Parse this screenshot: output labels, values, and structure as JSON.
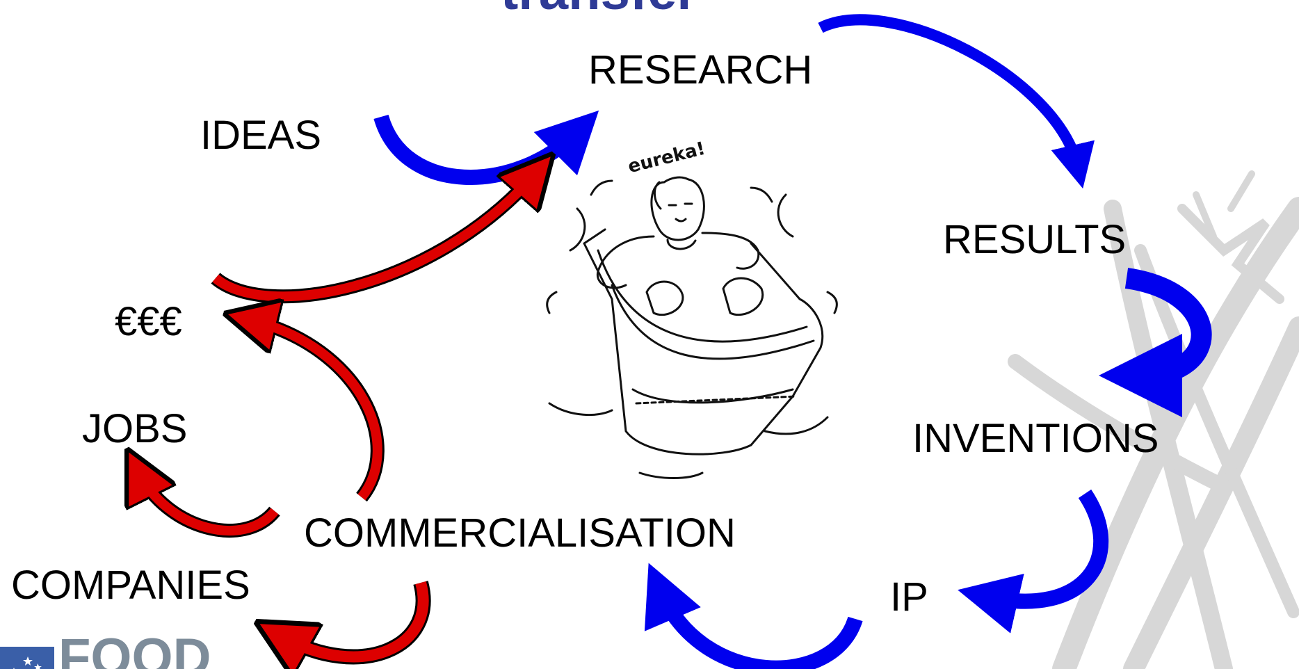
{
  "title": "transfer",
  "nodes": {
    "research": "RESEARCH",
    "ideas": "IDEAS",
    "results": "RESULTS",
    "inventions": "INVENTIONS",
    "ip": "IP",
    "commercialisation": "COMMERCIALISATION",
    "companies": "COMPANIES",
    "jobs": "JOBS",
    "euro": "€€€"
  },
  "illustration": {
    "caption": "eureka!",
    "subject": "bathtub-figure"
  },
  "logo": {
    "text": "FOOD"
  },
  "colors": {
    "title": "#2f3b96",
    "blue_arrow": "#0000ee",
    "red_arrow": "#dd0000",
    "text": "#000000",
    "watermark": "#d5d5d5",
    "logo": "#7d8c9a"
  },
  "edges": [
    {
      "from": "ideas",
      "to": "research",
      "color": "blue"
    },
    {
      "from": "research",
      "to": "results",
      "color": "blue"
    },
    {
      "from": "results",
      "to": "inventions",
      "color": "blue"
    },
    {
      "from": "inventions",
      "to": "ip",
      "color": "blue"
    },
    {
      "from": "ip",
      "to": "commercialisation",
      "color": "blue"
    },
    {
      "from": "commercialisation",
      "to": "euro",
      "color": "red"
    },
    {
      "from": "commercialisation",
      "to": "jobs",
      "color": "red"
    },
    {
      "from": "commercialisation",
      "to": "companies",
      "color": "red"
    },
    {
      "from": "euro",
      "to": "research",
      "color": "red"
    }
  ]
}
